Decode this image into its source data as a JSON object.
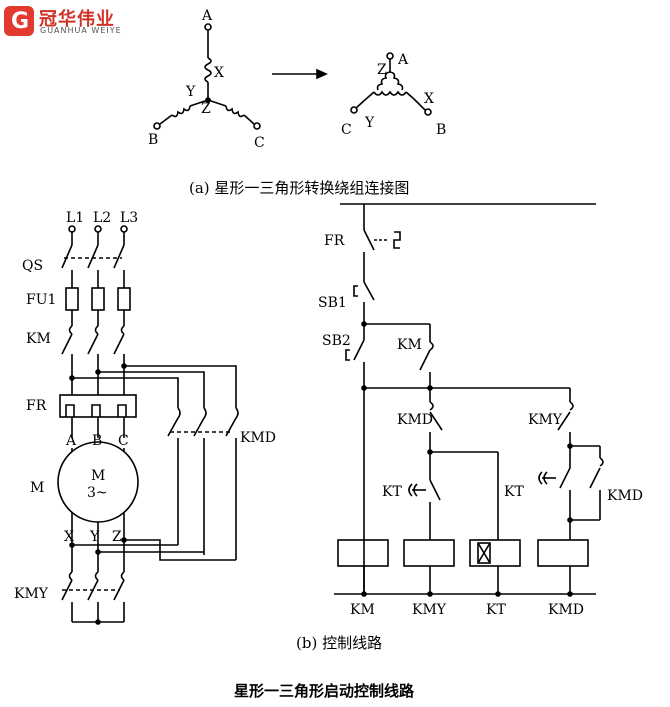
{
  "logo": {
    "mark": "G",
    "cn": "冠华伟业",
    "en": "GUANHUA WEIYE"
  },
  "captions": {
    "a": "(a) 星形一三角形转换绕组连接图",
    "b": "(b) 控制线路",
    "main": "星形一三角形启动控制线路"
  },
  "star_labels": {
    "A": "A",
    "B": "B",
    "C": "C",
    "X": "X",
    "Y": "Y",
    "Z": "Z"
  },
  "delta_labels": {
    "A": "A",
    "B": "B",
    "C": "C",
    "X": "X",
    "Y": "Y",
    "Z": "Z"
  },
  "power": {
    "lines": [
      "L1",
      "L2",
      "L3"
    ],
    "qs": "QS",
    "fu": "FU1",
    "km": "KM",
    "fr": "FR",
    "terminals_top": [
      "A",
      "B",
      "C"
    ],
    "motor": "M",
    "motor_name": "M",
    "motor_type": "3~",
    "terminals_bottom": [
      "X",
      "Y",
      "Z"
    ],
    "kmd": "KMD",
    "kmy": "KMY"
  },
  "control": {
    "fr": "FR",
    "sb1": "SB1",
    "sb2": "SB2",
    "km": "KM",
    "kmd": "KMD",
    "kmy": "KMY",
    "kt1": "KT",
    "kt2": "KT",
    "kmd2": "KMD",
    "coils": [
      "KM",
      "KMY",
      "KT",
      "KMD"
    ]
  }
}
